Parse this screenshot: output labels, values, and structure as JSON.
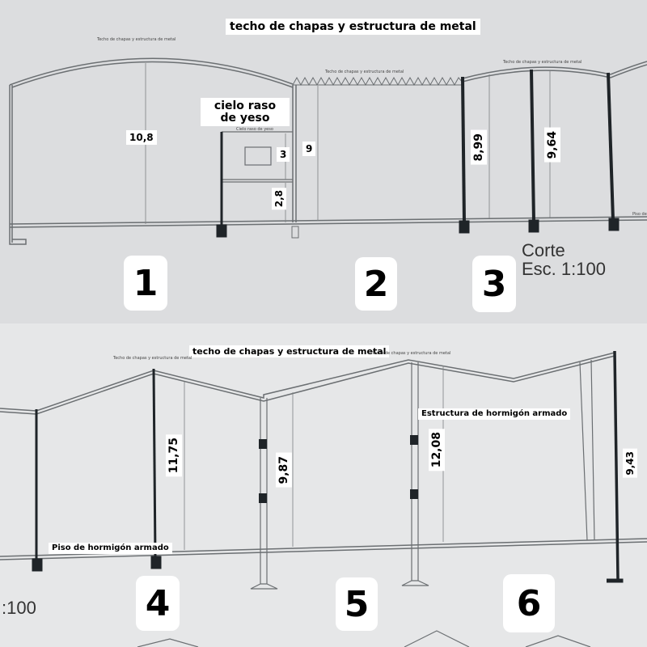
{
  "top": {
    "title": "techo de chapas y estructura de metal",
    "roof_note_a": "Techo de chapas y estructura de metal",
    "roof_note_b": "Techo de chapas y estructura de metal",
    "roof_note_c": "Techo de chapas y estructura de metal",
    "ceiling_label": "cielo raso de yeso",
    "ceiling_note": "Cielo raso de yeso",
    "floor_note": "Piso de",
    "dims": {
      "h1": "10,8",
      "ceiling_top": "3",
      "ceiling_bottom": "2,8",
      "h2": "9",
      "h3a": "8,99",
      "h3b": "9,64"
    },
    "scale_title": "Corte",
    "scale_value": "Esc. 1:100",
    "numbers": [
      "1",
      "2",
      "3"
    ]
  },
  "bottom": {
    "title": "techo de chapas y estructura de metal",
    "roof_note_a": "Techo de chapas y estructura de metal",
    "roof_note_b": "Techo de chapas y estructura de metal",
    "concrete_structure": "Estructura de hormigón armado",
    "concrete_floor": "Piso de hormigón armado",
    "scale_partial": ":100",
    "dims": {
      "h4": "11,75",
      "h5": "9,87",
      "h5b": "12,08",
      "h6": "9,43"
    },
    "numbers": [
      "4",
      "5",
      "6"
    ]
  },
  "colors": {
    "background": "#d9dadb",
    "line": "#6b6f72",
    "column": "#1f2428"
  }
}
